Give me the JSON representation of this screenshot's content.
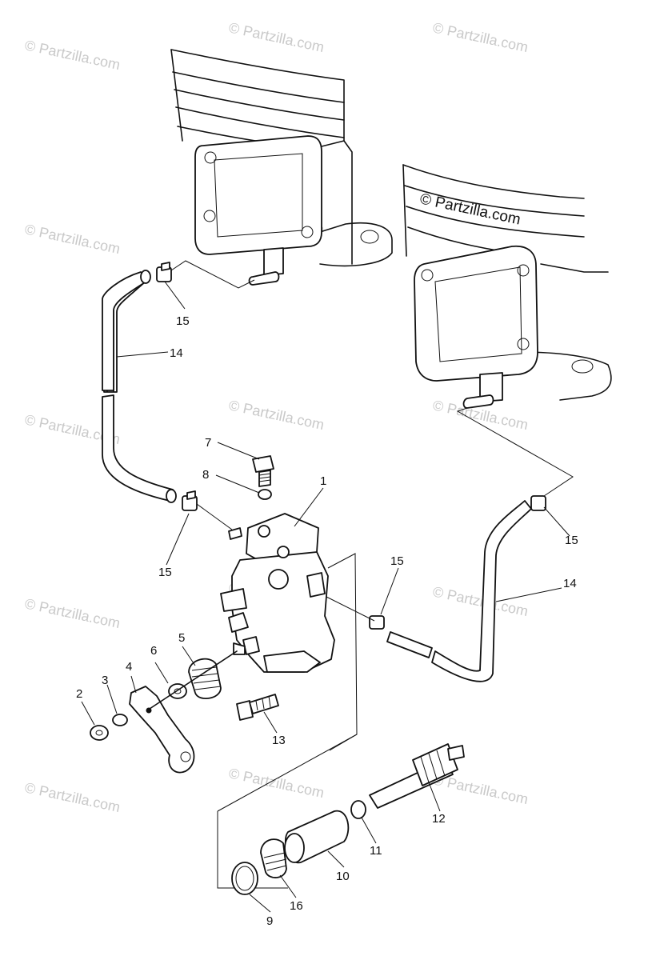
{
  "copyright": "© Partzilla.com",
  "watermark": "© Partzilla.com",
  "callouts": {
    "c1": "1",
    "c2": "2",
    "c3": "3",
    "c4": "4",
    "c5": "5",
    "c6": "6",
    "c7": "7",
    "c8": "8",
    "c9": "9",
    "c10": "10",
    "c11": "11",
    "c12": "12",
    "c13": "13",
    "c14a": "14",
    "c14b": "14",
    "c15a": "15",
    "c15b": "15",
    "c15c": "15",
    "c15d": "15",
    "c16": "16"
  }
}
